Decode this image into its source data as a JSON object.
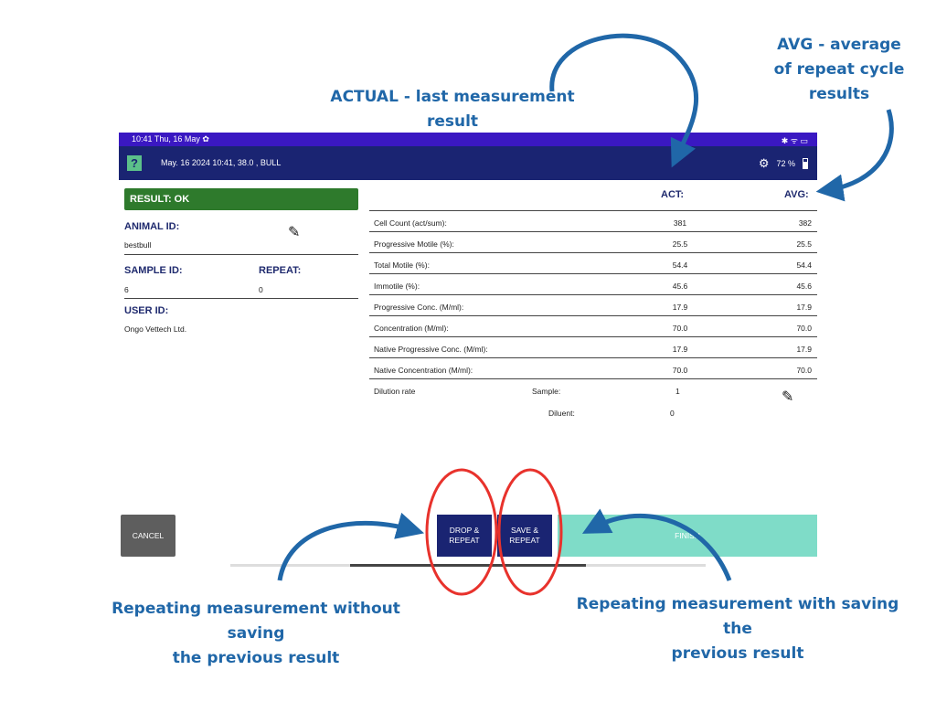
{
  "annotations": {
    "actual": "ACTUAL - last measurement result",
    "avg_line1": "AVG - average",
    "avg_line2": "of repeat cycle",
    "avg_line3": "results",
    "drop_line1": "Repeating measurement without saving",
    "drop_line2": "the previous result",
    "save_line1": "Repeating measurement with saving the",
    "save_line2": "previous result"
  },
  "status_bar": {
    "time": "10:41 Thu, 16 May",
    "time_icon": "✿",
    "icons": "✱ ᯤ ▭"
  },
  "app_bar": {
    "help": "?",
    "title": "May. 16 2024 10:41, 38.0 , BULL",
    "settings_icon": "⚙",
    "battery": "72 %"
  },
  "left_panel": {
    "result": "RESULT: OK",
    "animal_id_label": "ANIMAL ID:",
    "animal_id_value": "bestbull",
    "sample_id_label": "SAMPLE ID:",
    "sample_id_value": "6",
    "repeat_label": "REPEAT:",
    "repeat_value": "0",
    "user_id_label": "USER ID:",
    "user_id_value": "Ongo Vettech Ltd."
  },
  "table": {
    "act_header": "ACT:",
    "avg_header": "AVG:",
    "rows": [
      {
        "name": "Cell Count (act/sum):",
        "act": "381",
        "avg": "382"
      },
      {
        "name": "Progressive Motile (%):",
        "act": "25.5",
        "avg": "25.5"
      },
      {
        "name": "Total Motile (%):",
        "act": "54.4",
        "avg": "54.4"
      },
      {
        "name": "Immotile (%):",
        "act": "45.6",
        "avg": "45.6"
      },
      {
        "name": "Progressive Conc. (M/ml):",
        "act": "17.9",
        "avg": "17.9"
      },
      {
        "name": "Concentration (M/ml):",
        "act": "70.0",
        "avg": "70.0"
      },
      {
        "name": "Native Progressive Conc. (M/ml):",
        "act": "17.9",
        "avg": "17.9"
      },
      {
        "name": "Native Concentration (M/ml):",
        "act": "70.0",
        "avg": "70.0"
      }
    ],
    "dilution_label": "Dilution rate",
    "sample_label": "Sample:",
    "sample_value": "1",
    "diluent_label": "Diluent:",
    "diluent_value": "0"
  },
  "buttons": {
    "cancel": "CANCEL",
    "drop_line1": "DROP &",
    "drop_line2": "REPEAT",
    "save_line1": "SAVE &",
    "save_line2": "REPEAT",
    "finish": "FINISH"
  },
  "colors": {
    "annotation_blue": "#2067a8",
    "highlight_red": "#e8322c",
    "status_bar": "#3a18c2",
    "app_bar": "#1a2472",
    "result_ok": "#2e7a2c",
    "finish": "#7fdcc8"
  }
}
